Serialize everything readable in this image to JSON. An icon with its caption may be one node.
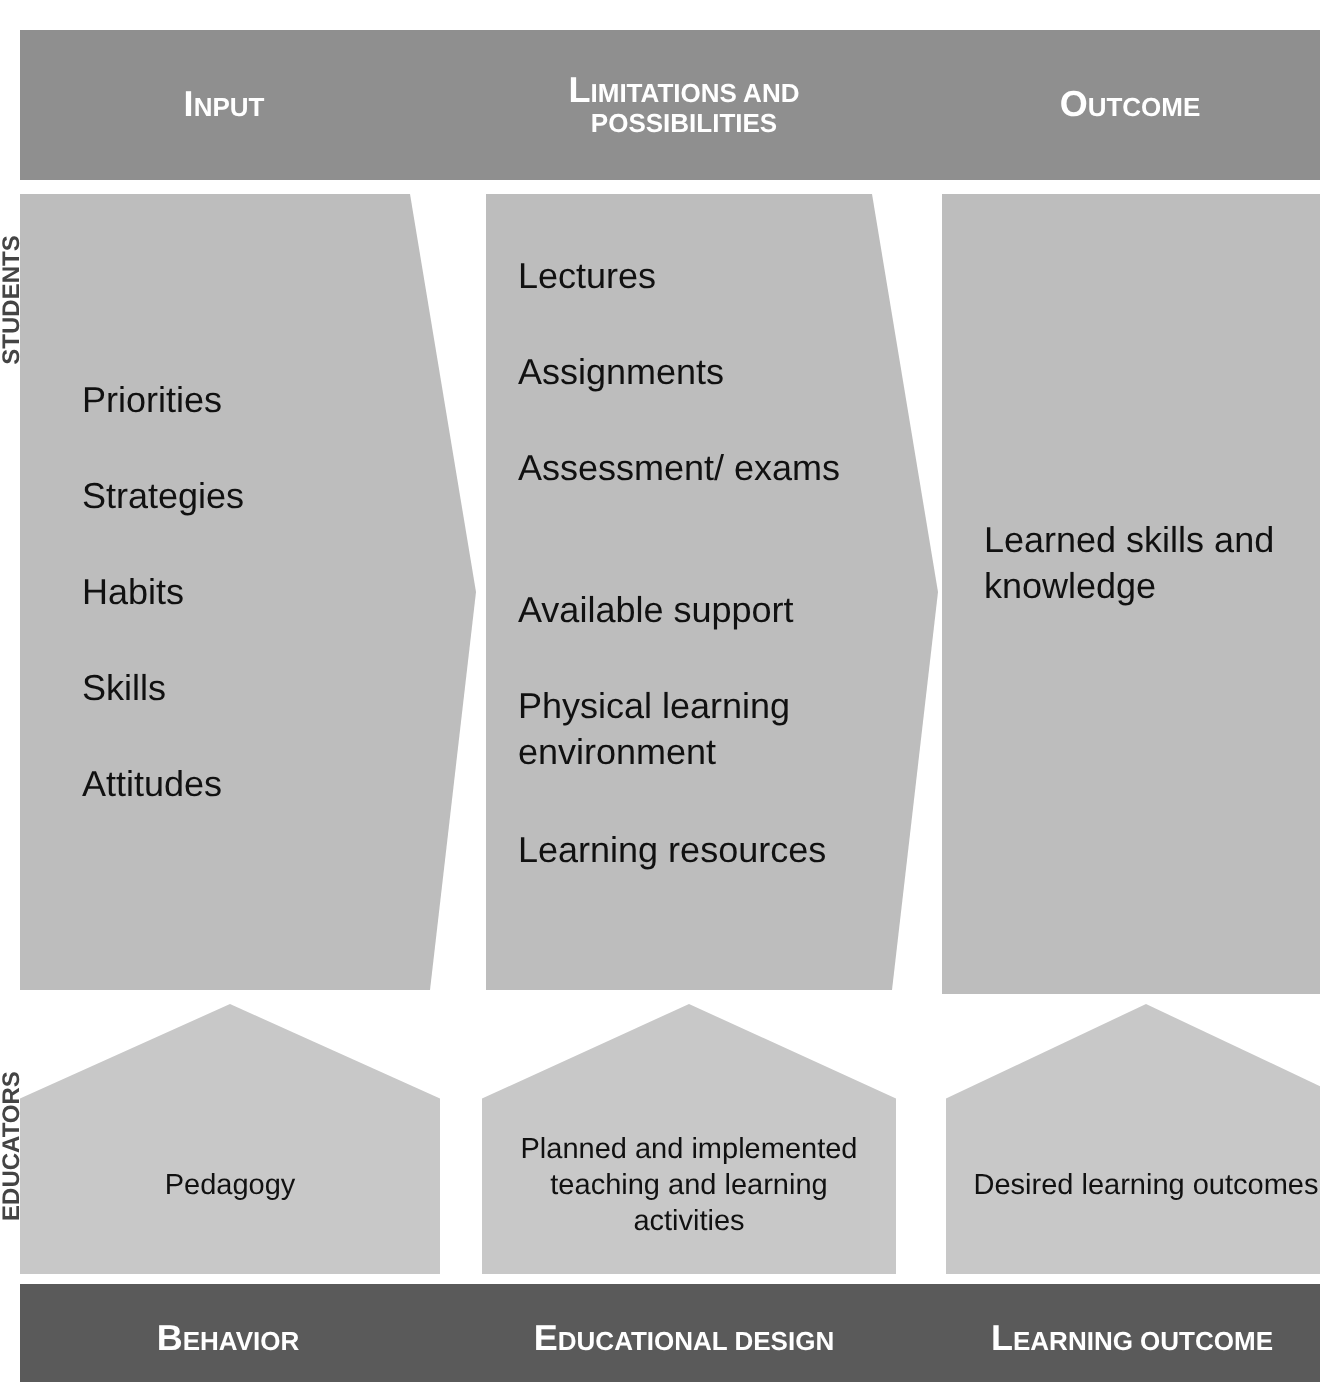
{
  "diagram": {
    "nodes": [
      {
        "text": [
          "INPUT",
          "LIMITATIONS AND POSSIBILITIES",
          "OUTCOME"
        ]
      },
      {
        "text": [
          "Priorities",
          "Strategies",
          "Habits",
          "Skills",
          "Attitudes"
        ]
      },
      {
        "text": [
          "Lectures",
          "Assignments",
          "Assessment/ exams",
          "Available support",
          "Physical learning environment",
          "Learning resources"
        ]
      },
      {
        "text": [
          "Learned skills and knowledge"
        ]
      },
      {
        "text": [
          "Pedagogy"
        ]
      },
      {
        "text": [
          "Planned and implemented teaching and learning activities"
        ]
      },
      {
        "text": [
          "Desired learning outcomes"
        ]
      },
      {
        "text": [
          "BEHAVIOR",
          "EDUCATIONAL DESIGN",
          "LEARNING OUTCOME"
        ]
      }
    ],
    "labels": [
      "STUDENTS",
      "EDUCATORS"
    ]
  }
}
